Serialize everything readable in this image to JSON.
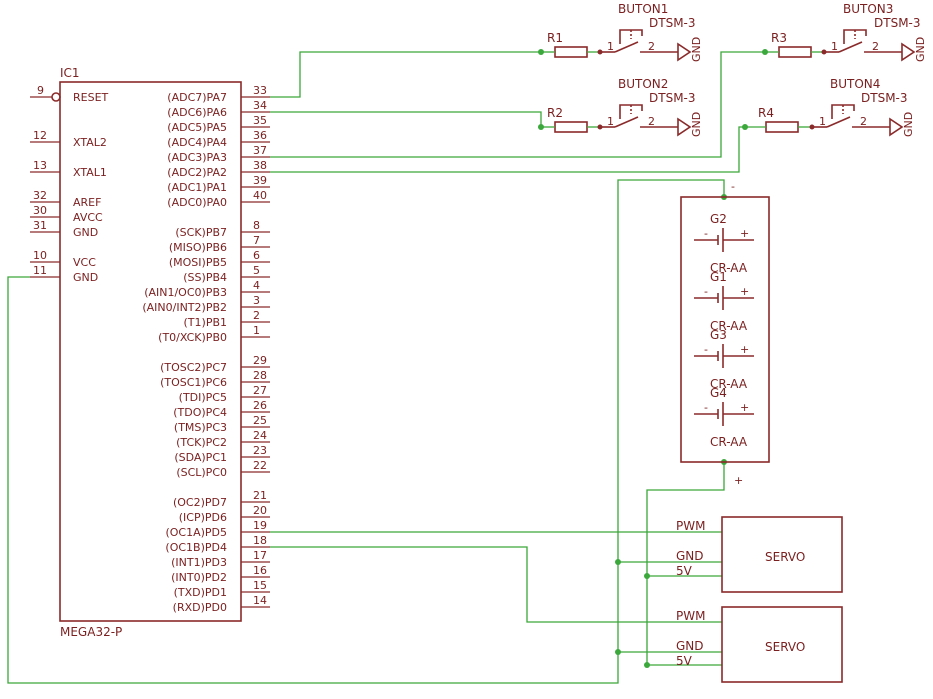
{
  "ic": {
    "name": "IC1",
    "part": "MEGA32-P",
    "left_pins": [
      {
        "num": "9",
        "label": "RESET"
      },
      {
        "num": "12",
        "label": "XTAL2"
      },
      {
        "num": "13",
        "label": "XTAL1"
      },
      {
        "num": "32",
        "label": "AREF"
      },
      {
        "num": "30",
        "label": "AVCC"
      },
      {
        "num": "31",
        "label": "GND"
      },
      {
        "num": "10",
        "label": "VCC"
      },
      {
        "num": "11",
        "label": "GND"
      }
    ],
    "right_pins": [
      {
        "num": "33",
        "label": "(ADC7)PA7"
      },
      {
        "num": "34",
        "label": "(ADC6)PA6"
      },
      {
        "num": "35",
        "label": "(ADC5)PA5"
      },
      {
        "num": "36",
        "label": "(ADC4)PA4"
      },
      {
        "num": "37",
        "label": "(ADC3)PA3"
      },
      {
        "num": "38",
        "label": "(ADC2)PA2"
      },
      {
        "num": "39",
        "label": "(ADC1)PA1"
      },
      {
        "num": "40",
        "label": "(ADC0)PA0"
      },
      {
        "num": "8",
        "label": "(SCK)PB7"
      },
      {
        "num": "7",
        "label": "(MISO)PB6"
      },
      {
        "num": "6",
        "label": "(MOSI)PB5"
      },
      {
        "num": "5",
        "label": "(SS)PB4"
      },
      {
        "num": "4",
        "label": "(AIN1/OC0)PB3"
      },
      {
        "num": "3",
        "label": "(AIN0/INT2)PB2"
      },
      {
        "num": "2",
        "label": "(T1)PB1"
      },
      {
        "num": "1",
        "label": "(T0/XCK)PB0"
      },
      {
        "num": "29",
        "label": "(TOSC2)PC7"
      },
      {
        "num": "28",
        "label": "(TOSC1)PC6"
      },
      {
        "num": "27",
        "label": "(TDI)PC5"
      },
      {
        "num": "26",
        "label": "(TDO)PC4"
      },
      {
        "num": "25",
        "label": "(TMS)PC3"
      },
      {
        "num": "24",
        "label": "(TCK)PC2"
      },
      {
        "num": "23",
        "label": "(SDA)PC1"
      },
      {
        "num": "22",
        "label": "(SCL)PC0"
      },
      {
        "num": "21",
        "label": "(OC2)PD7"
      },
      {
        "num": "20",
        "label": "(ICP)PD6"
      },
      {
        "num": "19",
        "label": "(OC1A)PD5"
      },
      {
        "num": "18",
        "label": "(OC1B)PD4"
      },
      {
        "num": "17",
        "label": "(INT1)PD3"
      },
      {
        "num": "16",
        "label": "(INT0)PD2"
      },
      {
        "num": "15",
        "label": "(TXD)PD1"
      },
      {
        "num": "14",
        "label": "(RXD)PD0"
      }
    ]
  },
  "buttons": [
    {
      "name": "BUTON1",
      "part": "DTSM-3",
      "res": "R1",
      "pin1": "1",
      "pin2": "2",
      "gnd": "GND"
    },
    {
      "name": "BUTON2",
      "part": "DTSM-3",
      "res": "R2",
      "pin1": "1",
      "pin2": "2",
      "gnd": "GND"
    },
    {
      "name": "BUTON3",
      "part": "DTSM-3",
      "res": "R3",
      "pin1": "1",
      "pin2": "2",
      "gnd": "GND"
    },
    {
      "name": "BUTON4",
      "part": "DTSM-3",
      "res": "R4",
      "pin1": "1",
      "pin2": "2",
      "gnd": "GND"
    }
  ],
  "battery": {
    "minus": "-",
    "plus": "+",
    "cells": [
      {
        "name": "G2",
        "part": "CR-AA"
      },
      {
        "name": "G1",
        "part": "CR-AA"
      },
      {
        "name": "G3",
        "part": "CR-AA"
      },
      {
        "name": "G4",
        "part": "CR-AA"
      }
    ],
    "cell_minus": "-",
    "cell_plus": "+"
  },
  "servos": [
    {
      "name": "SERVO",
      "pwm": "PWM",
      "gnd": "GND",
      "v5": "5V"
    },
    {
      "name": "SERVO",
      "pwm": "PWM",
      "gnd": "GND",
      "v5": "5V"
    }
  ],
  "colors": {
    "wire": "#3aa83a",
    "symbol": "#8a2a2a",
    "text": "#7a1f1f"
  }
}
